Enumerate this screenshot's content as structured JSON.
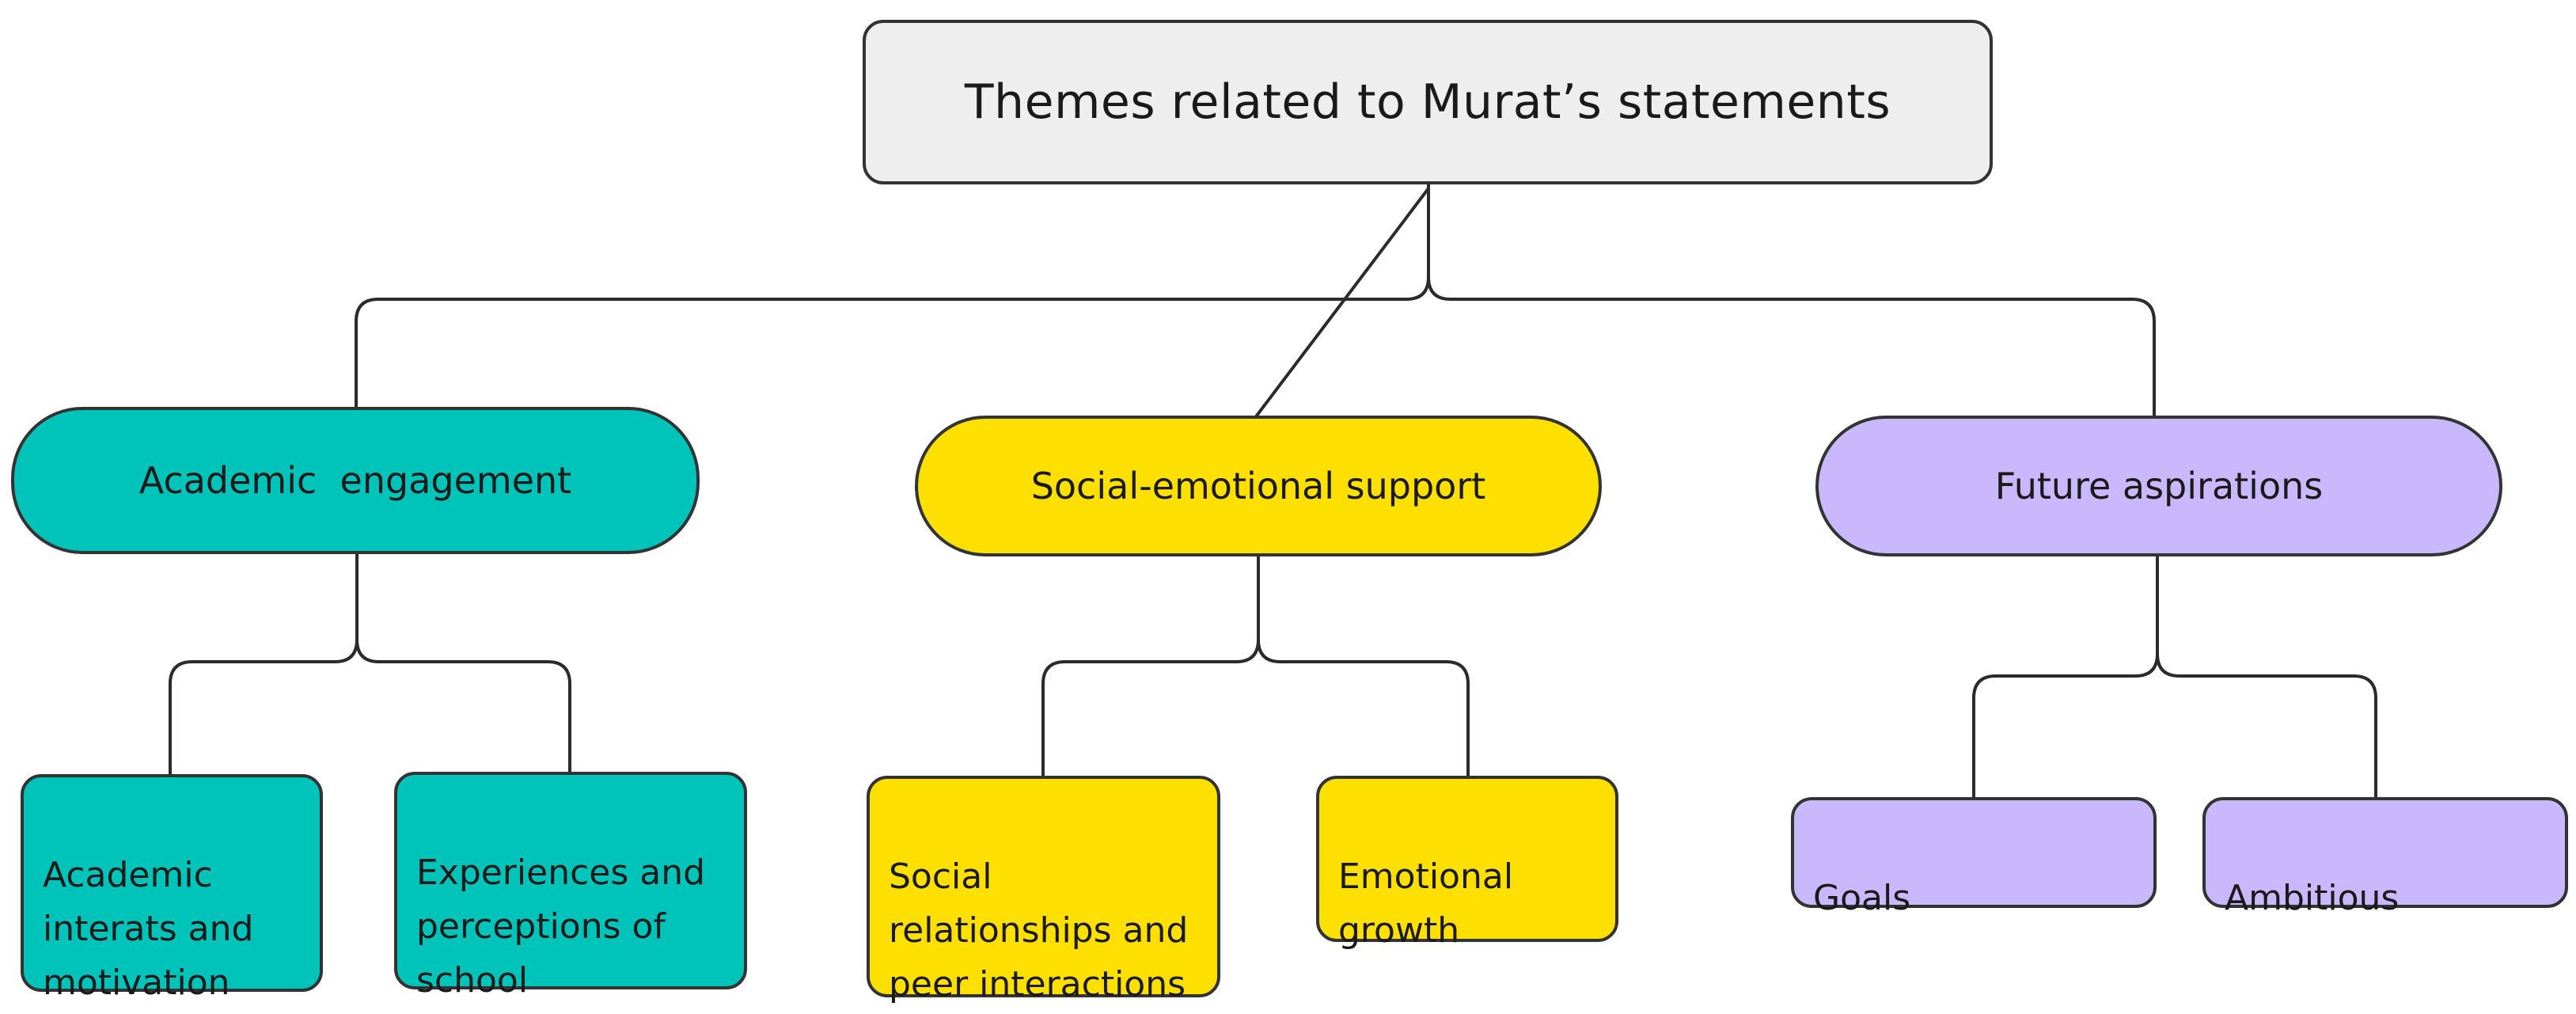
{
  "root": {
    "label": "Themes related to Murat’s statements"
  },
  "themes": [
    {
      "label": "Academic  engagement",
      "color": "#00c3b9",
      "subthemes": [
        {
          "label": "Academic\ninterats and\nmotivation"
        },
        {
          "label": "Experiences and\nperceptions of\nschool"
        }
      ]
    },
    {
      "label": "Social-emotional support",
      "color": "#fde000",
      "subthemes": [
        {
          "label": "Social\nrelationships and\npeer interactions"
        },
        {
          "label": "Emotional\ngrowth"
        }
      ]
    },
    {
      "label": "Future aspirations",
      "color": "#c9b9fc",
      "subthemes": [
        {
          "label": "Goals"
        },
        {
          "label": "Ambitious"
        }
      ]
    }
  ],
  "colors": {
    "root_fill": "#eeeeee",
    "stroke": "#2b2b2b"
  }
}
